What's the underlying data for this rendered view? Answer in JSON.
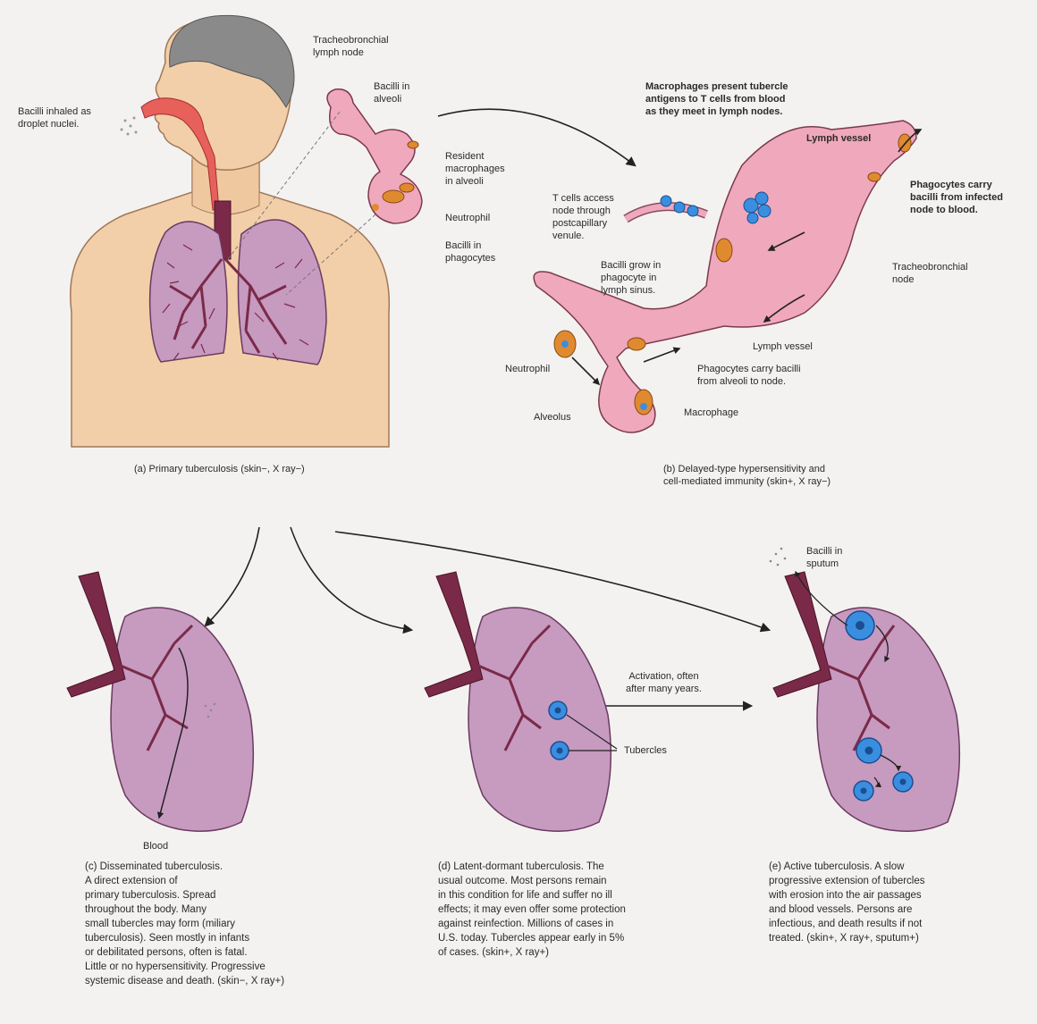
{
  "panel_a": {
    "labels": {
      "inhaled": "Bacilli inhaled as\ndroplet nuclei.",
      "lymph_node": "Tracheobronchial\nlymph node",
      "bacilli_alveoli": "Bacilli in\nalveoli",
      "resident": "Resident\nmacrophages\nin alveoli",
      "neutrophil": "Neutrophil",
      "bacilli_phagocytes": "Bacilli in\nphagocytes"
    },
    "caption": "(a) Primary tuberculosis (skin−, X ray−)"
  },
  "panel_b": {
    "labels": {
      "macrophages_present": "Macrophages present tubercle\nantigens to T cells from blood\nas they meet in lymph nodes.",
      "lymph_vessel_top": "Lymph vessel",
      "phagocytes_blood": "Phagocytes carry\nbacilli from infected\nnode to blood.",
      "t_cells": "T cells access\nnode through\npostcapillary\nvenule.",
      "bacilli_grow": "Bacilli grow in\nphagocyte in\nlymph sinus.",
      "node": "Tracheobronchial\nnode",
      "lymph_vessel_bottom": "Lymph vessel",
      "neutrophil": "Neutrophil",
      "phagocytes_carry": "Phagocytes carry bacilli\nfrom alveoli to node.",
      "alveolus": "Alveolus",
      "macrophage": "Macrophage"
    },
    "caption": "(b) Delayed-type hypersensitivity and\ncell-mediated immunity (skin+, X ray−)"
  },
  "panel_c": {
    "labels": {
      "blood": "Blood"
    },
    "caption": "(c) Disseminated tuberculosis.\nA direct extension of\nprimary tuberculosis. Spread\nthroughout the body. Many\nsmall tubercles may form (miliary\ntuberculosis). Seen mostly in infants\nor debilitated persons, often is fatal.\nLittle or no hypersensitivity. Progressive\nsystemic disease and death. (skin−, X ray+)"
  },
  "panel_d": {
    "labels": {
      "activation": "Activation, often\nafter many years.",
      "tubercles": "Tubercles"
    },
    "caption": "(d) Latent-dormant tuberculosis. The\nusual outcome. Most persons remain\nin this condition for life and suffer no ill\neffects; it may even offer some protection\nagainst reinfection. Millions of cases in\nU.S. today. Tubercles appear early in 5%\nof cases. (skin+, X ray+)"
  },
  "panel_e": {
    "labels": {
      "sputum": "Bacilli in\nsputum"
    },
    "caption": "(e) Active tuberculosis. A slow\nprogressive extension of tubercles\nwith erosion into the air passages\nand blood vessels. Persons are\ninfectious, and death results if not\ntreated. (skin+, X ray+, sputum+)"
  },
  "colors": {
    "background": "#f4f2f0",
    "skin": "#f2cfa8",
    "hair": "#8a8a8a",
    "airway": "#e8605a",
    "lung": "#c79ac0",
    "bronchi": "#7a2a48",
    "node_pink": "#f0a8bc",
    "phagocyte": "#e08a30",
    "tubercle": "#3a8ee0"
  }
}
